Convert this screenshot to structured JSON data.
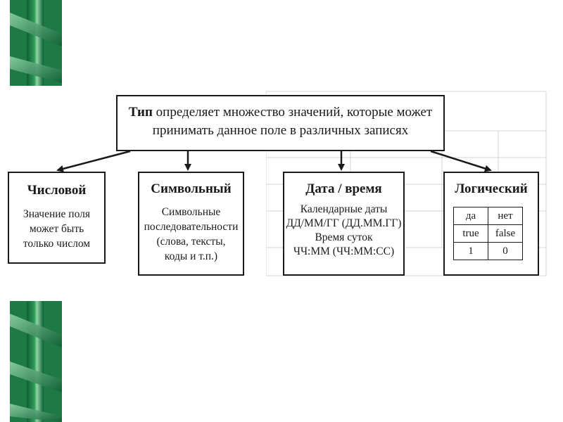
{
  "decoration": {
    "icon": "green-bevel-bar-icon",
    "colors": [
      "#0e5f34",
      "#2f9a58",
      "#8fd3a4"
    ]
  },
  "root": {
    "keyword": "Тип",
    "line1_rest": " определяет множество значений, которые может",
    "line2": "принимать данное поле в различных записях"
  },
  "types": {
    "numeric": {
      "title": "Числовой",
      "desc": [
        "Значение поля",
        "может быть",
        "только числом"
      ]
    },
    "symbolic": {
      "title": "Символьный",
      "desc": [
        "Символьные",
        "последовательности",
        "(слова, тексты,",
        "коды и т.п.)"
      ]
    },
    "datetime": {
      "title": "Дата / время",
      "desc": [
        "Календарные даты",
        "ДД/ММ/ГГ (ДД.ММ.ГГ)",
        "Время суток",
        "ЧЧ:ММ (ЧЧ:ММ:СС)"
      ]
    },
    "logical": {
      "title": "Логический",
      "table": [
        [
          "да",
          "нет"
        ],
        [
          "true",
          "false"
        ],
        [
          "1",
          "0"
        ]
      ]
    }
  }
}
